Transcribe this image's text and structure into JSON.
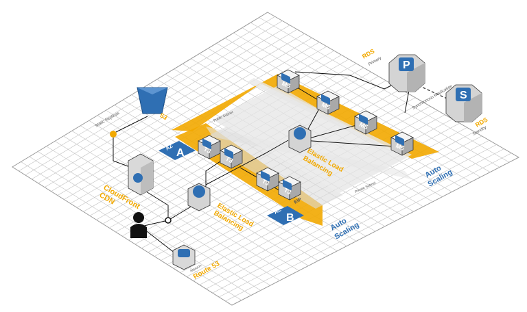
{
  "labels": {
    "s3": "S3",
    "static_replicas": "Static Replicas",
    "cloudfront": "CloudFront",
    "cdn": "CDN",
    "elb_front": "Elastic Load",
    "elb_front_2": "Balancing",
    "elb_mid": "Elastic Load",
    "elb_mid_2": "Balancing",
    "route53": "Route 53",
    "route53_small": "Amazon",
    "az_a": "A",
    "az_b": "B",
    "az_prefix": "AZ",
    "auto_scaling_top": "Auto",
    "auto_scaling_top_2": "Scaling",
    "auto_scaling_bottom": "Auto",
    "auto_scaling_bottom_2": "Scaling",
    "rds_primary": "RDS",
    "rds_primary_small": "Primary",
    "rds_standby": "RDS",
    "rds_standby_small": "Standby",
    "sync_replication": "Synchronous Replication",
    "t3": "T3",
    "m5": "M5",
    "p": "P",
    "s": "S",
    "public_subnet_a": "Public Subnet",
    "private_subnet_a": "Private Subnet",
    "eip": "EIP"
  },
  "colors": {
    "orange": "#f2a900",
    "blue": "#2f6fb3",
    "grid": "#c8c8c8",
    "cube_top": "#f4f4f4",
    "cube_left": "#cfcfcf",
    "cube_right": "#a9a9a9"
  }
}
